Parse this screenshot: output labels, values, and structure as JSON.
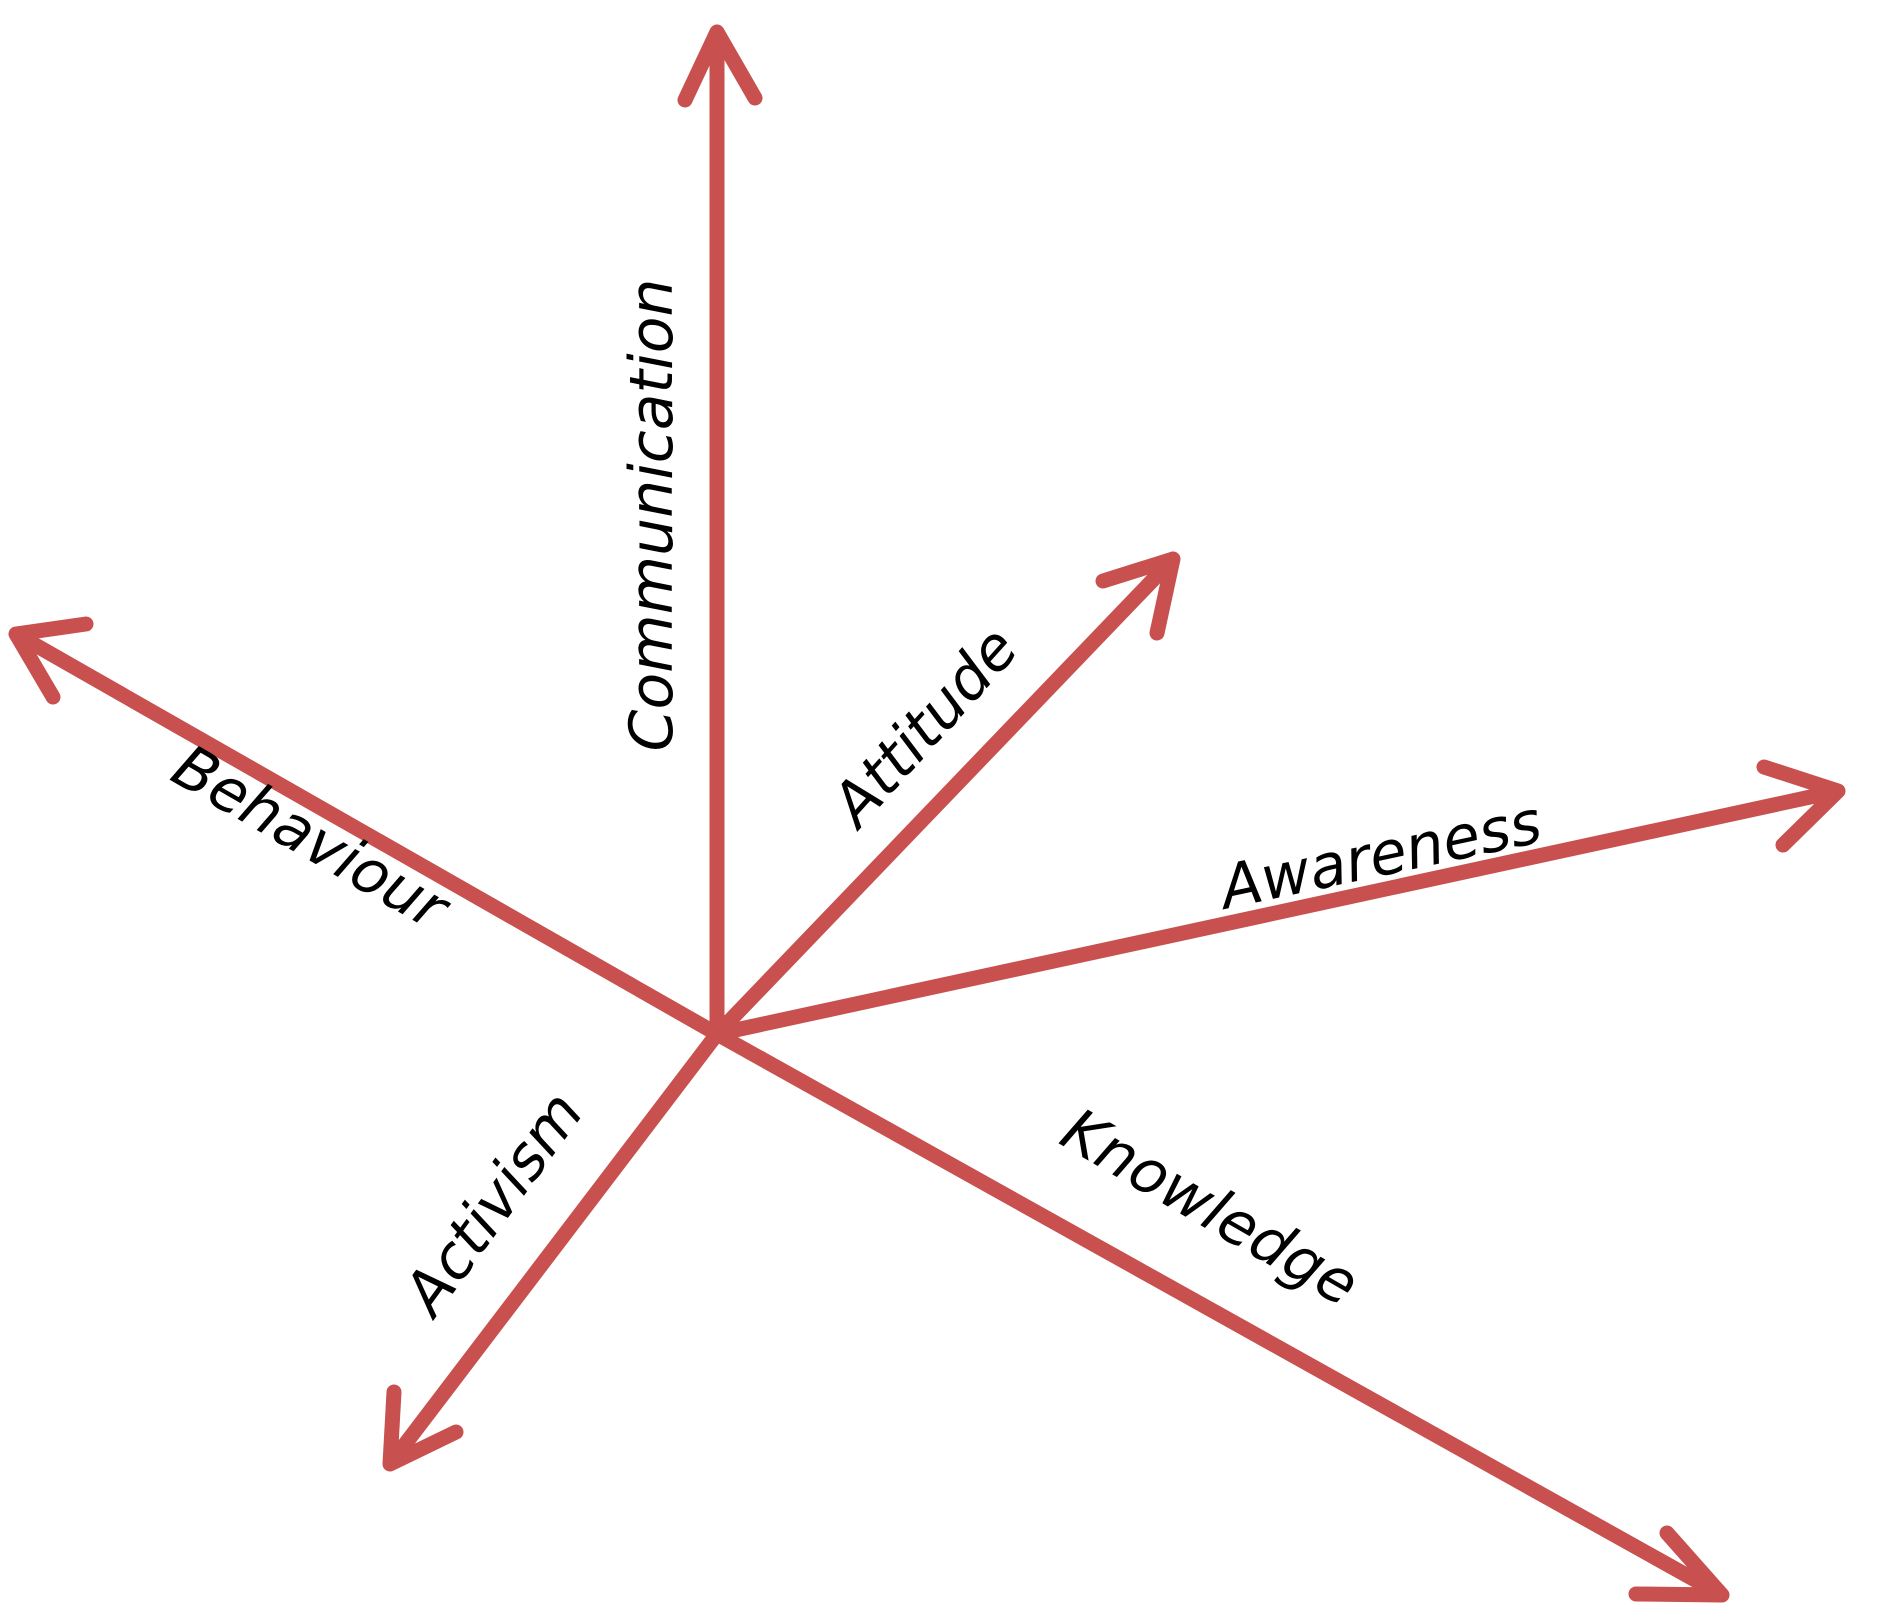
{
  "diagram": {
    "type": "radial-axes",
    "arrow_color": "#c8504f",
    "text_color": "#000000",
    "axes": [
      {
        "id": "communication",
        "label": "Communication"
      },
      {
        "id": "attitude",
        "label": "Attitude"
      },
      {
        "id": "awareness",
        "label": "Awareness"
      },
      {
        "id": "knowledge",
        "label": "Knowledge"
      },
      {
        "id": "activism",
        "label": "Activism"
      },
      {
        "id": "behaviour",
        "label": "Behaviour"
      }
    ]
  }
}
